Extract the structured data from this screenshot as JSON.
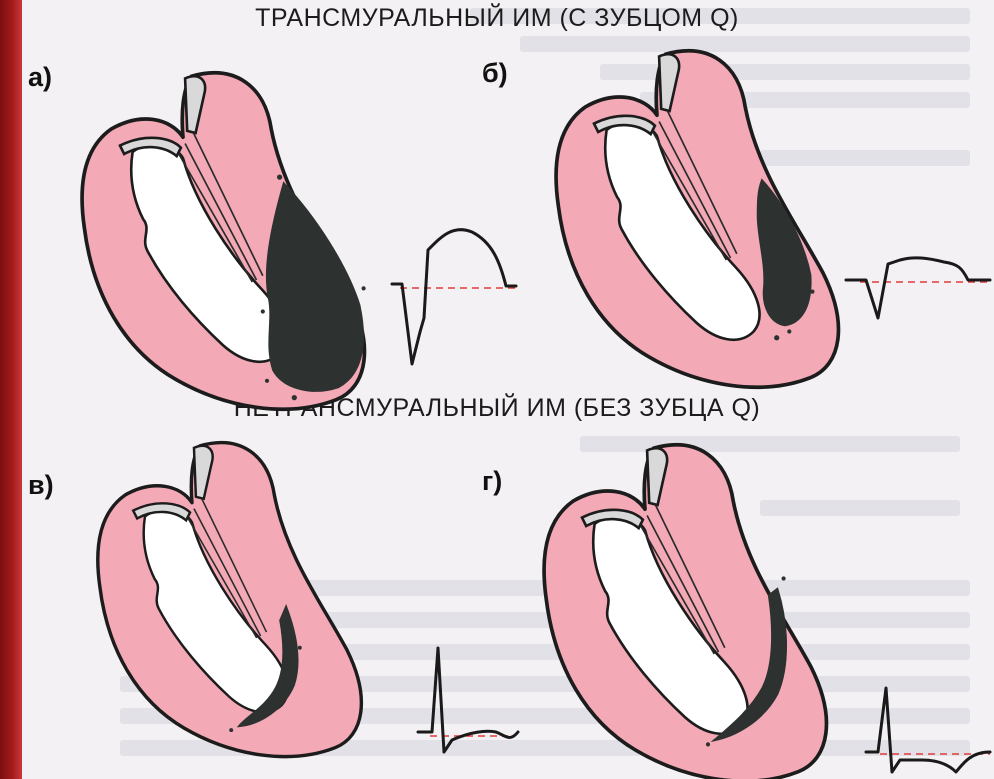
{
  "headings": {
    "transmural": "ТРАНСМУРАЛЬНЫЙ ИМ (С ЗУБЦОМ Q)",
    "nontransmural": "НЕТРАНСМУРАЛЬНЫЙ ИМ (БЕЗ ЗУБЦА Q)"
  },
  "panels": [
    {
      "id": "a",
      "label": "а)"
    },
    {
      "id": "b",
      "label": "б)"
    },
    {
      "id": "v",
      "label": "в)"
    },
    {
      "id": "g",
      "label": "г)"
    }
  ],
  "colors": {
    "myocardium": "#f3a9b6",
    "infarct": "#2d3230",
    "baseline": "#e23b3b",
    "slide_edge": "#a21a1a"
  }
}
